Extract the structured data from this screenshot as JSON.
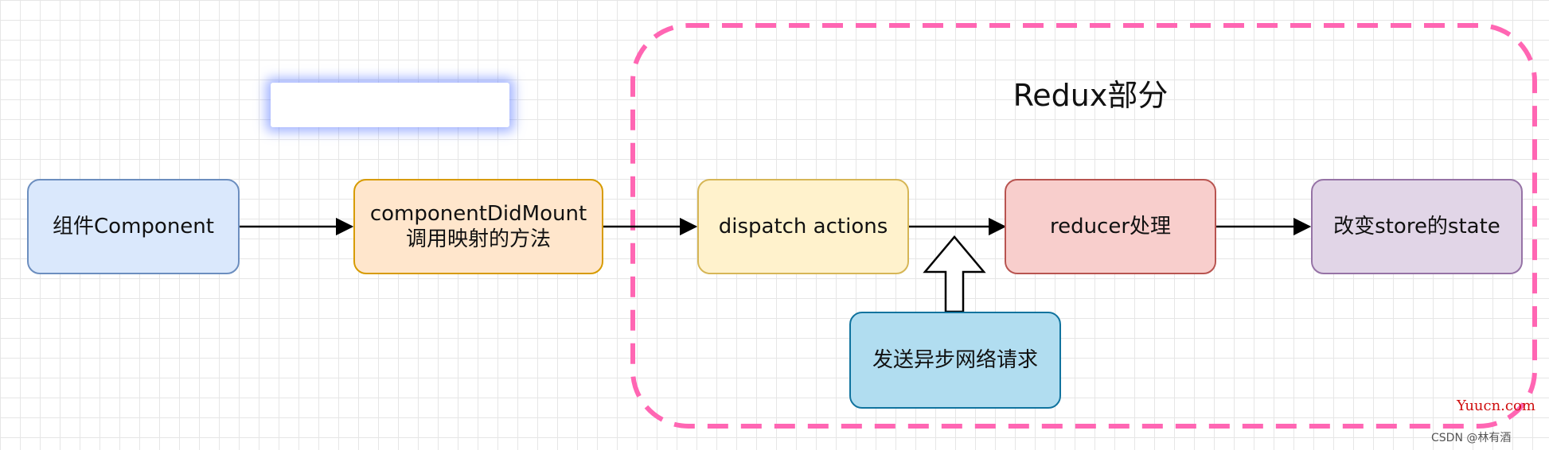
{
  "diagram": {
    "group_title": "Redux部分",
    "nodes": {
      "component": "组件Component",
      "did_mount": "componentDidMount\n调用映射的方法",
      "dispatch": "dispatch actions",
      "reducer": "reducer处理",
      "state_change": "改变store的state",
      "async_request": "发送异步网络请求"
    }
  },
  "watermarks": {
    "site": "Yuucn.com",
    "credit": "CSDN @林有酒"
  },
  "colors": {
    "group_border": "#ff66b3",
    "arrow": "#000000",
    "blue_fill": "#dae8fc",
    "orange_fill": "#ffe6cc",
    "yellow_fill": "#fff2cc",
    "red_fill": "#f8cecc",
    "purple_fill": "#e1d5e7",
    "cyan_fill": "#b1ddf0"
  }
}
